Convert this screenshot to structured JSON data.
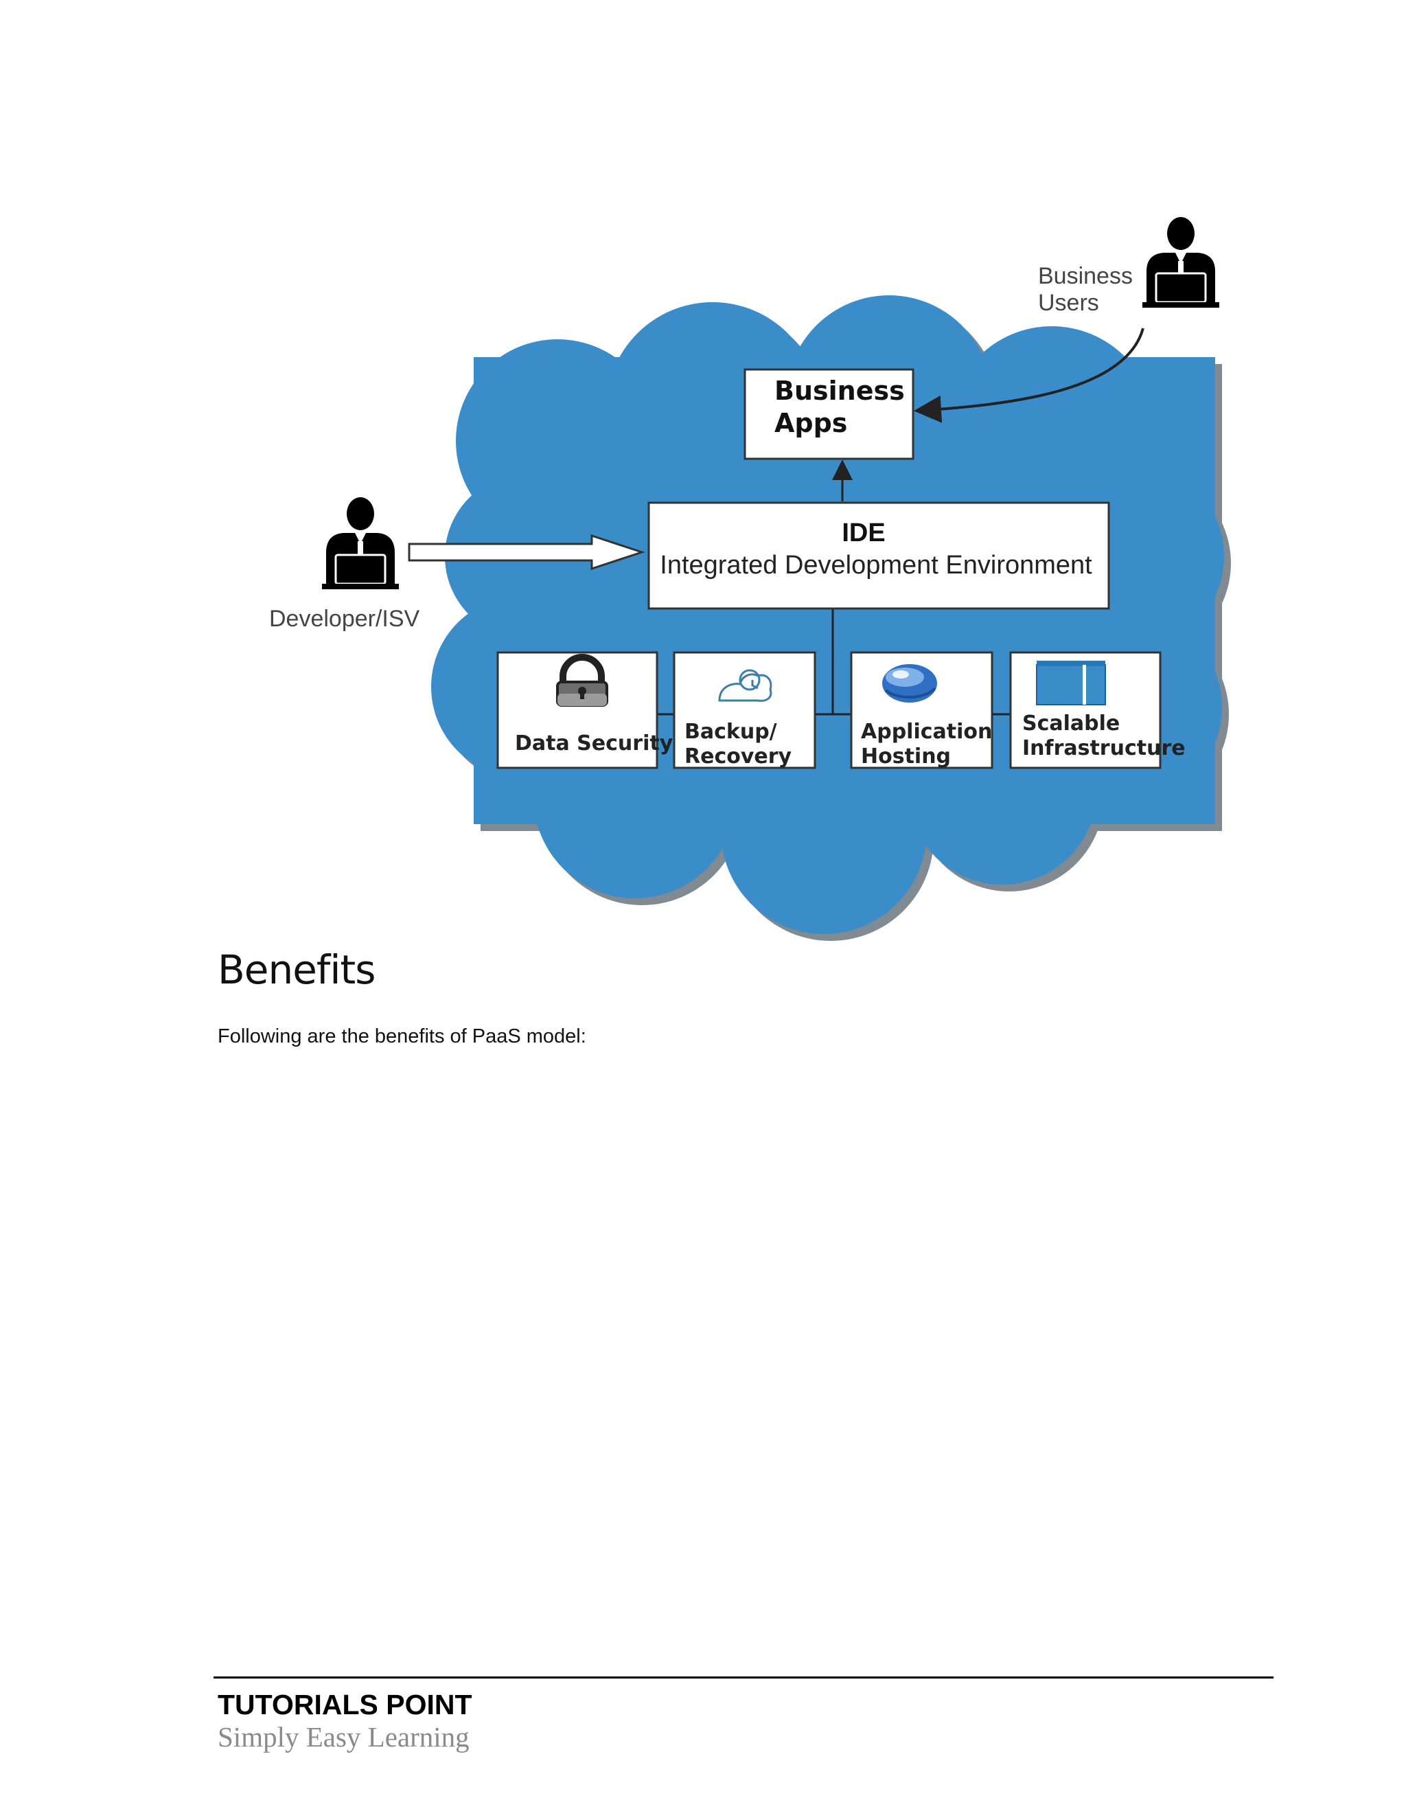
{
  "diagram": {
    "business_users_label": [
      "Business",
      "Users"
    ],
    "developer_label": "Developer/ISV",
    "business_apps_label": [
      "Business",
      "Apps"
    ],
    "ide": {
      "title": "IDE",
      "subtitle": "Integrated Development Environment"
    },
    "services": [
      {
        "label": [
          "Data Security"
        ],
        "icon": "padlock-icon"
      },
      {
        "label": [
          "Backup/",
          "Recovery"
        ],
        "icon": "backup-icon"
      },
      {
        "label": [
          "Application",
          "Hosting"
        ],
        "icon": "globe-icon"
      },
      {
        "label": [
          "Scalable",
          "Infrastructure"
        ],
        "icon": "box-icon"
      }
    ],
    "colors": {
      "cloud": "#3a8dc9",
      "cloud_shadow": "#7f8a93",
      "outline": "#222222"
    }
  },
  "section": {
    "heading": "Benefits",
    "intro": "Following are the benefits of PaaS model:"
  },
  "footer": {
    "brand": "TUTORIALS POINT",
    "tagline": "Simply Easy Learning"
  }
}
